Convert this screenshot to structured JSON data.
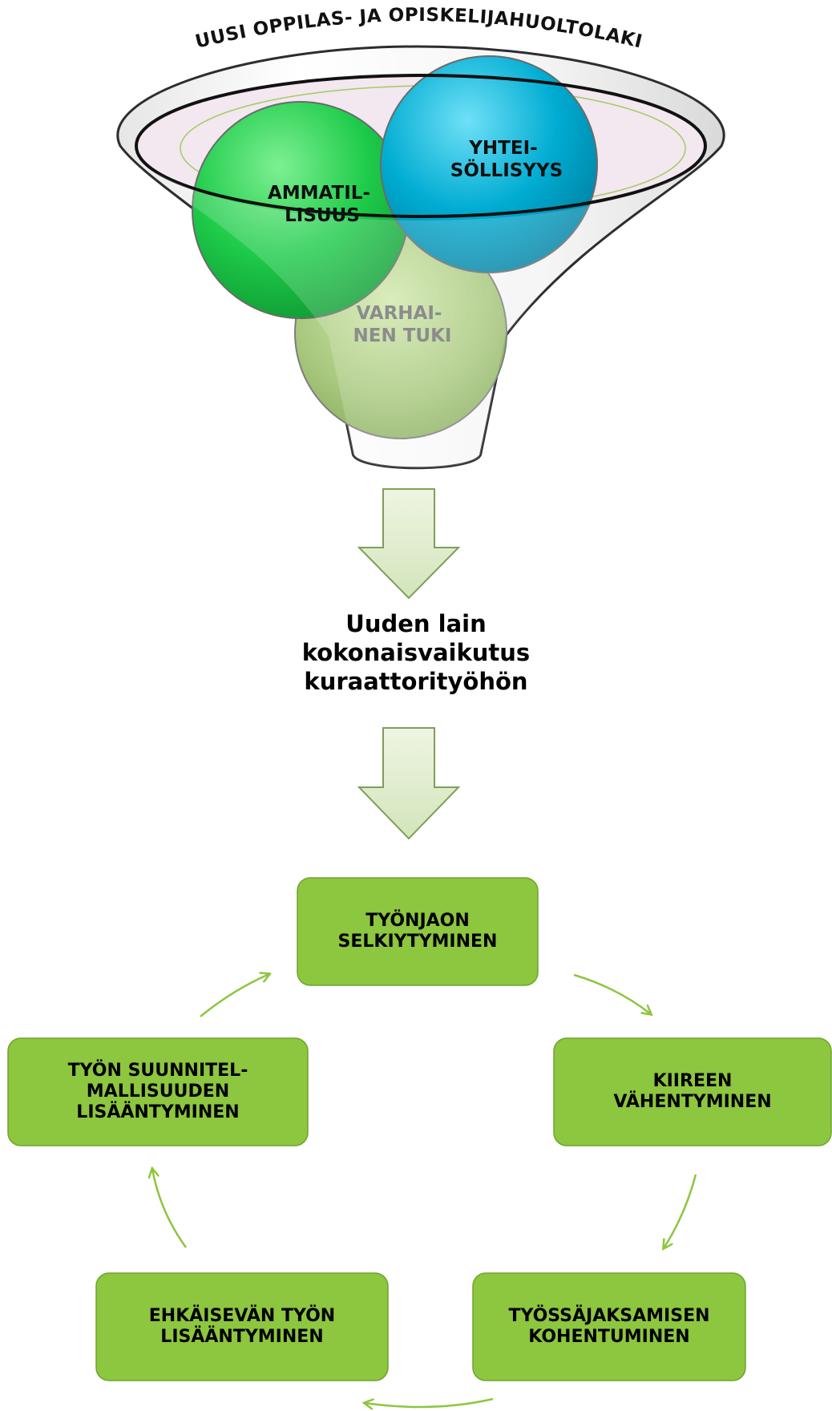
{
  "funnel": {
    "rim_text": "UUSI OPPILAS- JA OPISKELIJAHUOLTOLAKI",
    "circles": [
      {
        "id": "ammatillisuus",
        "line1": "AMMATIL-",
        "line2": "LISUUS",
        "color": "#1ecb4a"
      },
      {
        "id": "yhteisollisyys",
        "line1": "YHTEI-",
        "line2": "SÖLLISYYS",
        "color": "#00acd2"
      },
      {
        "id": "varhainen-tuki",
        "line1": "VARHAI-",
        "line2": "NEN TUKI",
        "color": "#a9c97f",
        "text_color": "#8c8c8c"
      }
    ]
  },
  "middle": {
    "line1": "Uuden lain",
    "line2": "kokonaisvaikutus",
    "line3": "kuraattorityöhön"
  },
  "cycle": {
    "box_color": "#8dc63f",
    "arrow_color": "#8dc63f",
    "boxes": [
      {
        "id": "tyonjaon",
        "lines": [
          "TYÖNJAON",
          "SELKIYTYMINEN"
        ]
      },
      {
        "id": "kiireen",
        "lines": [
          "KIIREEN",
          "VÄHENTYMINEN"
        ]
      },
      {
        "id": "tyossajaksamisen",
        "lines": [
          "TYÖSSÄJAKSAMISEN",
          "KOHENTUMINEN"
        ]
      },
      {
        "id": "ehkaisevan",
        "lines": [
          "EHKÄISEVÄN TYÖN",
          "LISÄÄNTYMINEN"
        ]
      },
      {
        "id": "suunnitelmallisuuden",
        "lines": [
          "TYÖN SUUNNITEL-",
          "MALLISUUDEN",
          "LISÄÄNTYMINEN"
        ]
      }
    ]
  }
}
